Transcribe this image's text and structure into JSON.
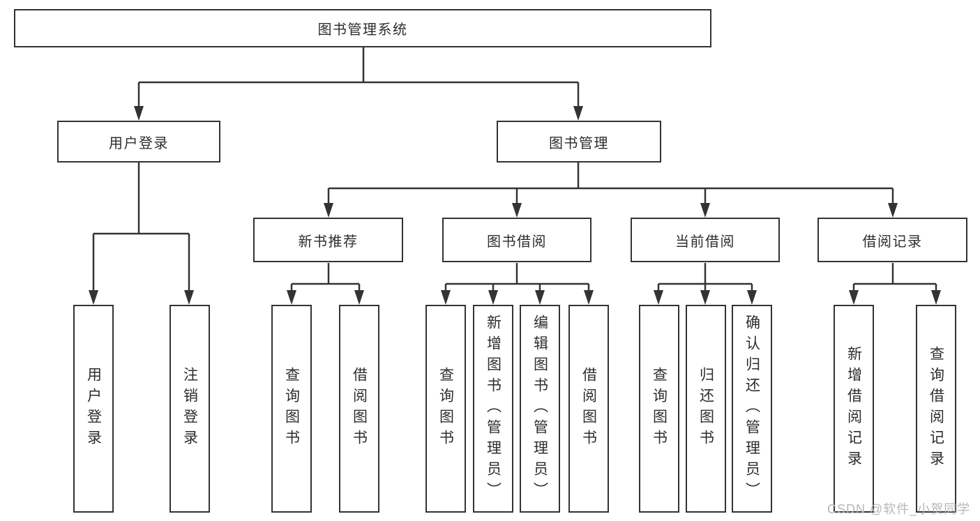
{
  "diagram": {
    "type": "hierarchy-tree",
    "root": {
      "label": "图书管理系统",
      "children": [
        {
          "label": "用户登录",
          "children": [
            {
              "label": "用户登录"
            },
            {
              "label": "注销登录"
            }
          ]
        },
        {
          "label": "图书管理",
          "children": [
            {
              "label": "新书推荐",
              "children": [
                {
                  "label": "查询图书"
                },
                {
                  "label": "借阅图书"
                }
              ]
            },
            {
              "label": "图书借阅",
              "children": [
                {
                  "label": "查询图书"
                },
                {
                  "label": "新增图书（管理员）"
                },
                {
                  "label": "编辑图书（管理员）"
                },
                {
                  "label": "借阅图书"
                }
              ]
            },
            {
              "label": "当前借阅",
              "children": [
                {
                  "label": "查询图书"
                },
                {
                  "label": "归还图书"
                },
                {
                  "label": "确认归还（管理员）"
                }
              ]
            },
            {
              "label": "借阅记录",
              "children": [
                {
                  "label": "新增借阅记录"
                },
                {
                  "label": "查询借阅记录"
                }
              ]
            }
          ]
        }
      ]
    },
    "colors": {
      "line": "#333333",
      "box_border": "#333333",
      "box_fill": "#ffffff",
      "text": "#2d2d30",
      "background": "#ffffff",
      "watermark": "#b7b7b7"
    }
  },
  "watermark": {
    "text": "CSDN @软件_小贺同学"
  }
}
